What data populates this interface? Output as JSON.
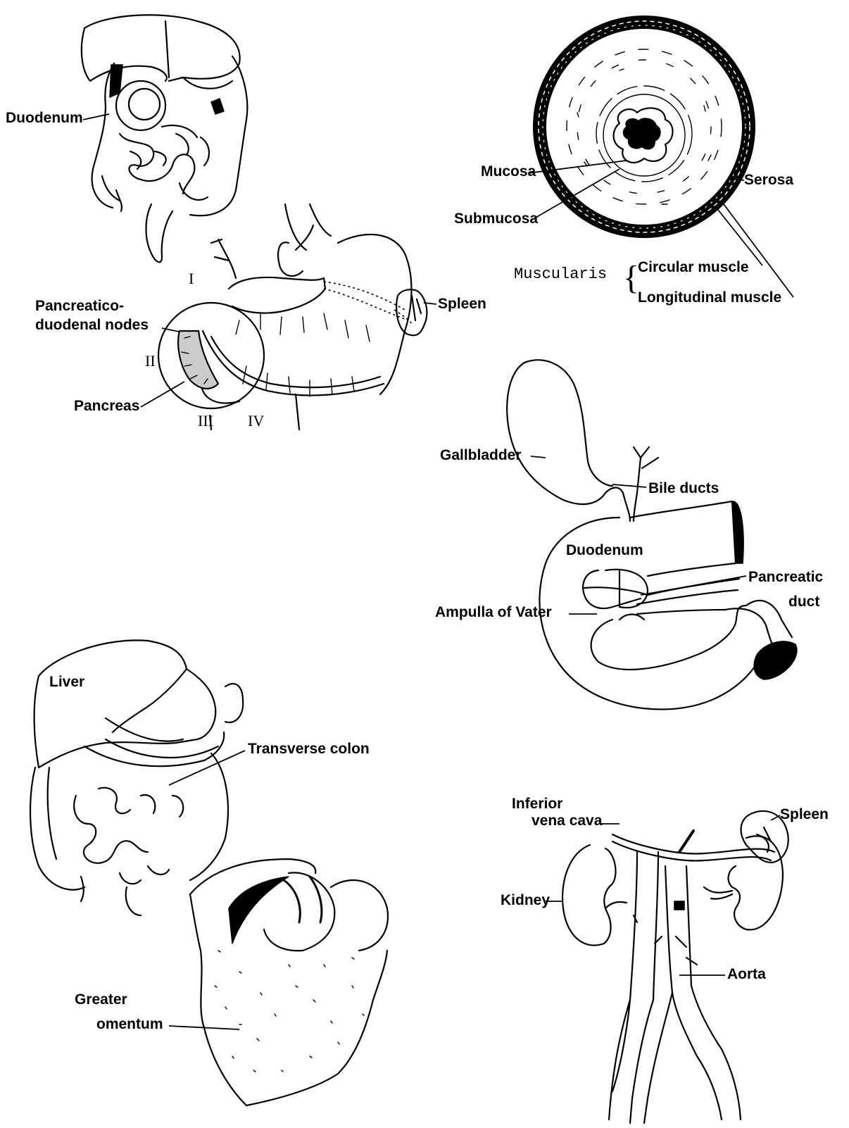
{
  "labels": {
    "duodenum_1": "Duodenum",
    "pancreatico": "Pancreatico-",
    "duodenal_nodes": "duodenal nodes",
    "spleen_1": "Spleen",
    "pancreas": "Pancreas",
    "roman_1": "I",
    "roman_2": "II",
    "roman_3": "III",
    "roman_4": "IV",
    "mucosa": "Mucosa",
    "submucosa": "Submucosa",
    "serosa": "Serosa",
    "muscularis": "Muscularis",
    "circular_muscle": "Circular muscle",
    "longitudinal_muscle": "Longitudinal muscle",
    "gallbladder": "Gallbladder",
    "bile_ducts": "Bile ducts",
    "duodenum_2": "Duodenum",
    "pancreatic": "Pancreatic",
    "duct": "duct",
    "ampulla": "Ampulla of Vater",
    "liver": "Liver",
    "transverse_colon": "Transverse colon",
    "greater": "Greater",
    "omentum": "omentum",
    "inferior": "Inferior",
    "vena_cava": "vena cava",
    "spleen_2": "Spleen",
    "kidney": "Kidney",
    "aorta": "Aorta"
  }
}
